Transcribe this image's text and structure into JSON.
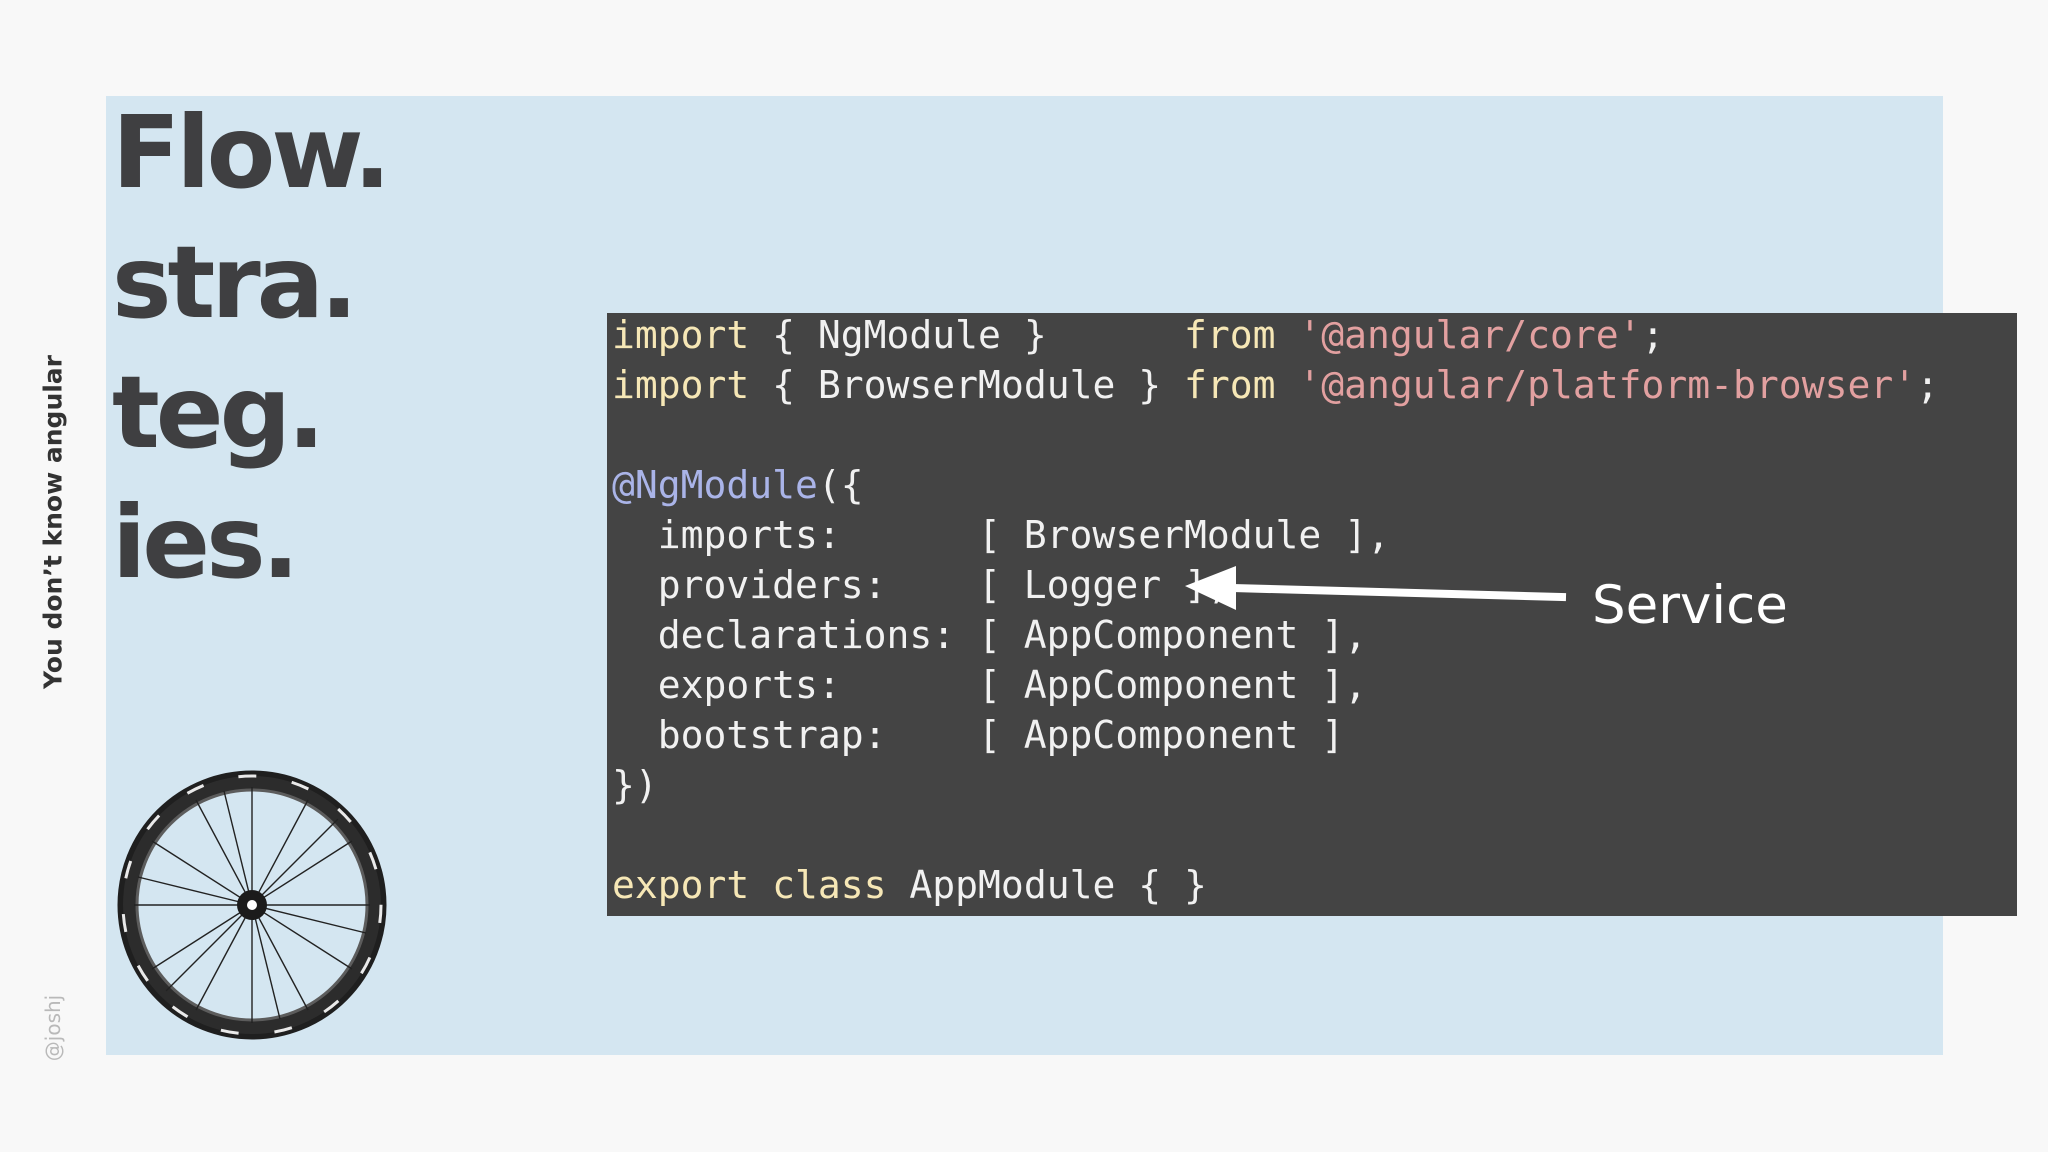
{
  "slide": {
    "title_lines": [
      "Flow.",
      "stra.",
      "teg.",
      "ies."
    ],
    "side_title": "You don’t know angular",
    "side_handle": "@joshj"
  },
  "code": {
    "lines": [
      [
        {
          "text": "import",
          "kind": "keyword"
        },
        {
          "text": " { NgModule }      ",
          "kind": "plain"
        },
        {
          "text": "from",
          "kind": "keyword"
        },
        {
          "text": " ",
          "kind": "plain"
        },
        {
          "text": "'@angular/core'",
          "kind": "string"
        },
        {
          "text": ";",
          "kind": "punct"
        }
      ],
      [
        {
          "text": "import",
          "kind": "keyword"
        },
        {
          "text": " { BrowserModule } ",
          "kind": "plain"
        },
        {
          "text": "from",
          "kind": "keyword"
        },
        {
          "text": " ",
          "kind": "plain"
        },
        {
          "text": "'@angular/platform-browser'",
          "kind": "string"
        },
        {
          "text": ";",
          "kind": "punct"
        }
      ],
      [],
      [
        {
          "text": "@NgModule",
          "kind": "decorator"
        },
        {
          "text": "({",
          "kind": "punct"
        }
      ],
      [
        {
          "text": "  imports:      [ BrowserModule ],",
          "kind": "plain"
        }
      ],
      [
        {
          "text": "  providers:    [ Logger ],",
          "kind": "plain"
        }
      ],
      [
        {
          "text": "  declarations: [ AppComponent ],",
          "kind": "plain"
        }
      ],
      [
        {
          "text": "  exports:      [ AppComponent ],",
          "kind": "plain"
        }
      ],
      [
        {
          "text": "  bootstrap:    [ AppComponent ]",
          "kind": "plain"
        }
      ],
      [
        {
          "text": "})",
          "kind": "punct"
        }
      ],
      [],
      [
        {
          "text": "export class",
          "kind": "keyword"
        },
        {
          "text": " AppModule { }",
          "kind": "plain"
        }
      ]
    ]
  },
  "annotation": {
    "label": "Service"
  },
  "colors": {
    "slide_background": "#d4e6f1",
    "code_background": "#444444",
    "title_text": "#3f3f41",
    "keyword": "#f6e7b6",
    "string": "#e2a0a0",
    "decorator": "#aab4e8"
  },
  "icons": {
    "wheel": "bicycle-wheel-image",
    "arrow": "left-arrow-icon"
  }
}
